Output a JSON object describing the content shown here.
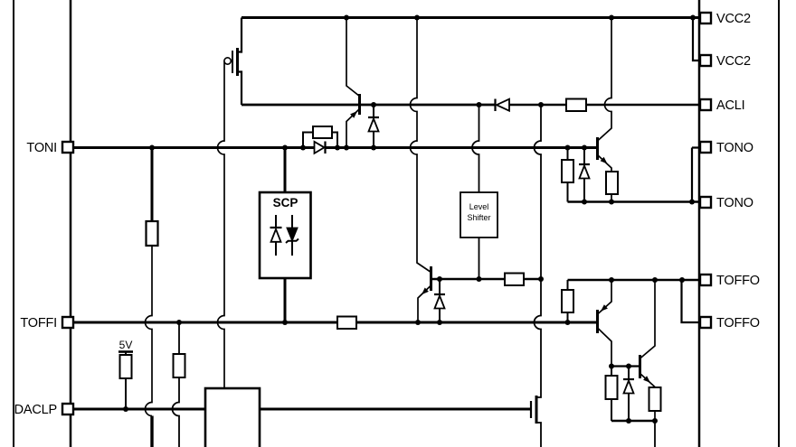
{
  "diagram": {
    "colors": {
      "ink": "#000000",
      "paper": "#ffffff"
    },
    "pins": {
      "left": [
        {
          "label": "TONI"
        },
        {
          "label": "TOFFI"
        },
        {
          "label": "DACLP"
        }
      ],
      "right": [
        {
          "label": "VCC2"
        },
        {
          "label": "VCC2"
        },
        {
          "label": "ACLI"
        },
        {
          "label": "TONO"
        },
        {
          "label": "TONO"
        },
        {
          "label": "TOFFO"
        },
        {
          "label": "TOFFO"
        }
      ]
    },
    "blocks": {
      "scp": {
        "label": "SCP"
      },
      "level_shifter": {
        "line1": "Level",
        "line2": "Shifter"
      }
    },
    "labels": {
      "supply": "5V"
    }
  }
}
